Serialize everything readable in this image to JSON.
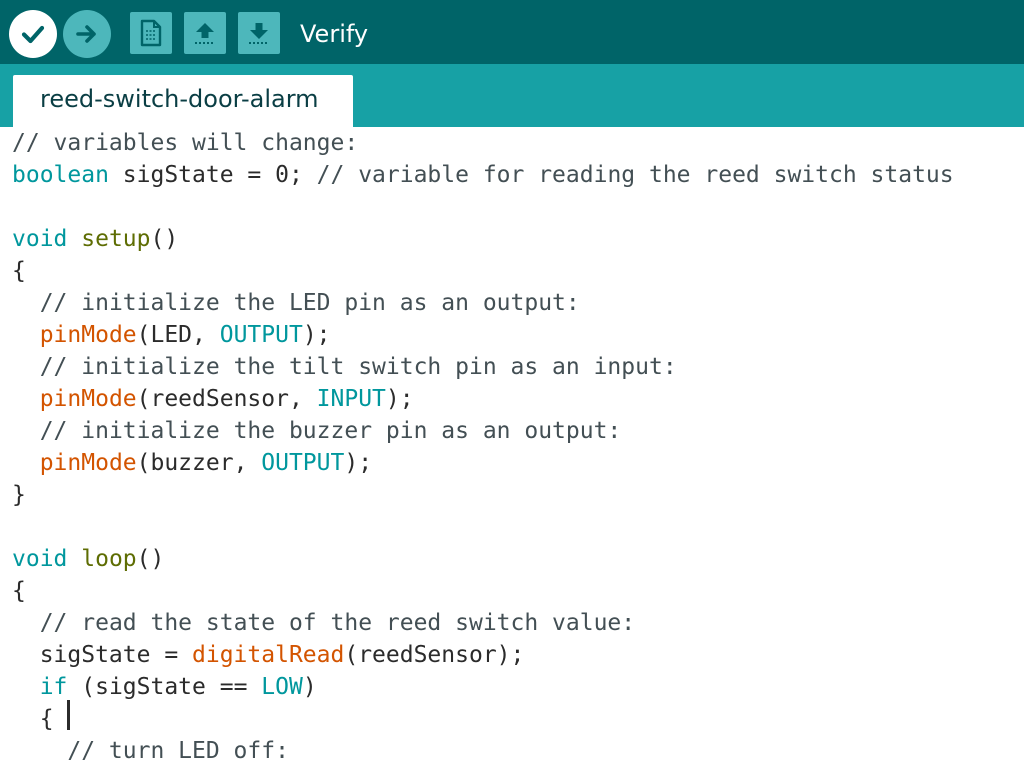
{
  "toolbar": {
    "label": "Verify",
    "buttons": [
      {
        "name": "verify",
        "icon": "checkmark-icon"
      },
      {
        "name": "upload",
        "icon": "arrow-right-icon"
      },
      {
        "name": "new",
        "icon": "new-file-icon"
      },
      {
        "name": "open",
        "icon": "arrow-up-icon"
      },
      {
        "name": "save",
        "icon": "arrow-down-icon"
      }
    ]
  },
  "tabs": [
    {
      "label": "reed-switch-door-alarm",
      "active": true
    }
  ],
  "colors": {
    "toolbar_bg": "#006468",
    "tabbar_bg": "#17a1a5",
    "button_bg": "#4db7bb",
    "comment": "#434f54",
    "keyword": "#00979d",
    "function": "#5e6d03",
    "builtin": "#d35400",
    "text": "#2b2b2b"
  },
  "editor": {
    "lines": [
      [
        {
          "t": "comment",
          "v": "// variables will change:"
        }
      ],
      [
        {
          "t": "keyword",
          "v": "boolean"
        },
        {
          "t": "plain",
          "v": " sigState = 0; "
        },
        {
          "t": "comment",
          "v": "// variable for reading the reed switch status"
        }
      ],
      [],
      [
        {
          "t": "keyword",
          "v": "void"
        },
        {
          "t": "plain",
          "v": " "
        },
        {
          "t": "function",
          "v": "setup"
        },
        {
          "t": "plain",
          "v": "()"
        }
      ],
      [
        {
          "t": "plain",
          "v": "{"
        }
      ],
      [
        {
          "t": "plain",
          "v": "  "
        },
        {
          "t": "comment",
          "v": "// initialize the LED pin as an output:"
        }
      ],
      [
        {
          "t": "plain",
          "v": "  "
        },
        {
          "t": "builtin",
          "v": "pinMode"
        },
        {
          "t": "plain",
          "v": "(LED, "
        },
        {
          "t": "constant",
          "v": "OUTPUT"
        },
        {
          "t": "plain",
          "v": ");"
        }
      ],
      [
        {
          "t": "plain",
          "v": "  "
        },
        {
          "t": "comment",
          "v": "// initialize the tilt switch pin as an input:"
        }
      ],
      [
        {
          "t": "plain",
          "v": "  "
        },
        {
          "t": "builtin",
          "v": "pinMode"
        },
        {
          "t": "plain",
          "v": "(reedSensor, "
        },
        {
          "t": "constant",
          "v": "INPUT"
        },
        {
          "t": "plain",
          "v": ");"
        }
      ],
      [
        {
          "t": "plain",
          "v": "  "
        },
        {
          "t": "comment",
          "v": "// initialize the buzzer pin as an output:"
        }
      ],
      [
        {
          "t": "plain",
          "v": "  "
        },
        {
          "t": "builtin",
          "v": "pinMode"
        },
        {
          "t": "plain",
          "v": "(buzzer, "
        },
        {
          "t": "constant",
          "v": "OUTPUT"
        },
        {
          "t": "plain",
          "v": ");"
        }
      ],
      [
        {
          "t": "plain",
          "v": "}"
        }
      ],
      [],
      [
        {
          "t": "keyword",
          "v": "void"
        },
        {
          "t": "plain",
          "v": " "
        },
        {
          "t": "function",
          "v": "loop"
        },
        {
          "t": "plain",
          "v": "()"
        }
      ],
      [
        {
          "t": "plain",
          "v": "{"
        }
      ],
      [
        {
          "t": "plain",
          "v": "  "
        },
        {
          "t": "comment",
          "v": "// read the state of the reed switch value:"
        }
      ],
      [
        {
          "t": "plain",
          "v": "  sigState = "
        },
        {
          "t": "builtin",
          "v": "digitalRead"
        },
        {
          "t": "plain",
          "v": "(reedSensor);"
        }
      ],
      [
        {
          "t": "plain",
          "v": "  "
        },
        {
          "t": "keyword",
          "v": "if"
        },
        {
          "t": "plain",
          "v": " (sigState == "
        },
        {
          "t": "constant",
          "v": "LOW"
        },
        {
          "t": "plain",
          "v": ")"
        }
      ],
      [
        {
          "t": "plain",
          "v": "  {"
        }
      ],
      [
        {
          "t": "plain",
          "v": "    "
        },
        {
          "t": "comment",
          "v": "// turn LED off:"
        }
      ]
    ]
  }
}
